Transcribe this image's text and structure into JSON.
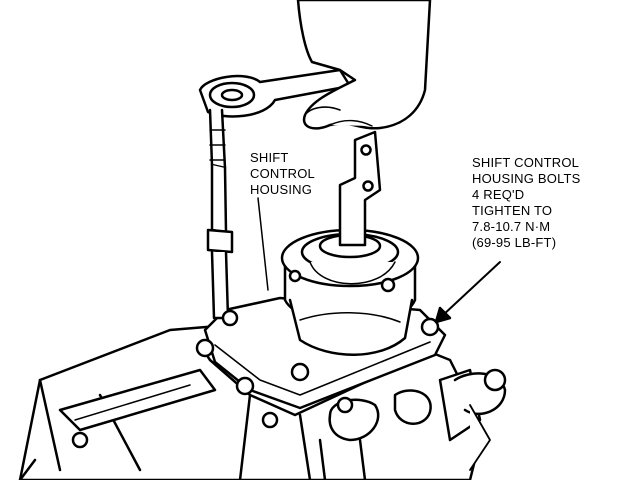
{
  "labels": {
    "housing": [
      "SHIFT",
      "CONTROL",
      "HOUSING"
    ],
    "bolts": [
      "SHIFT CONTROL",
      "HOUSING BOLTS",
      "4 REQ'D",
      "TIGHTEN TO",
      "7.8-10.7 N·m",
      "(69-95 LB-FT)"
    ]
  },
  "colors": {
    "ink": "#000000",
    "paper": "#ffffff"
  },
  "icons": [
    "hand-icon",
    "ratchet-wrench-icon",
    "shift-lever-icon",
    "bolt-icon",
    "transmission-case-icon",
    "arrow-icon"
  ]
}
